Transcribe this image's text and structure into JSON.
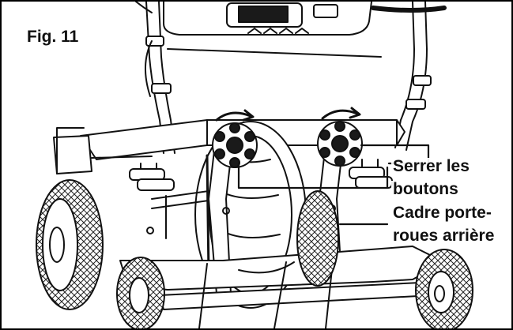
{
  "figure": {
    "label": "Fig. 11",
    "callouts": {
      "knobs_line1": "Serrer les",
      "knobs_line2": "boutons",
      "frame_line1": "Cadre porte-",
      "frame_line2": "roues arrière"
    }
  },
  "colors": {
    "line": "#111111",
    "background": "#ffffff"
  }
}
